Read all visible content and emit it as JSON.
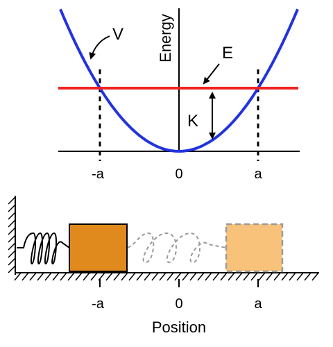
{
  "energy_plot": {
    "axis_label": "Energy",
    "potential_label": "V",
    "total_energy_label": "E",
    "kinetic_label": "K",
    "ticks": [
      "-a",
      "0",
      "a"
    ],
    "colors": {
      "potential": "#2233dd",
      "energy": "#ee2222"
    }
  },
  "spring_system": {
    "ticks": [
      "-a",
      "0",
      "a"
    ],
    "axis_label": "Position",
    "colors": {
      "block": "#e08a1e",
      "ghost_block": "#f8c27a",
      "ghost_outline": "#9a9a9a"
    }
  }
}
